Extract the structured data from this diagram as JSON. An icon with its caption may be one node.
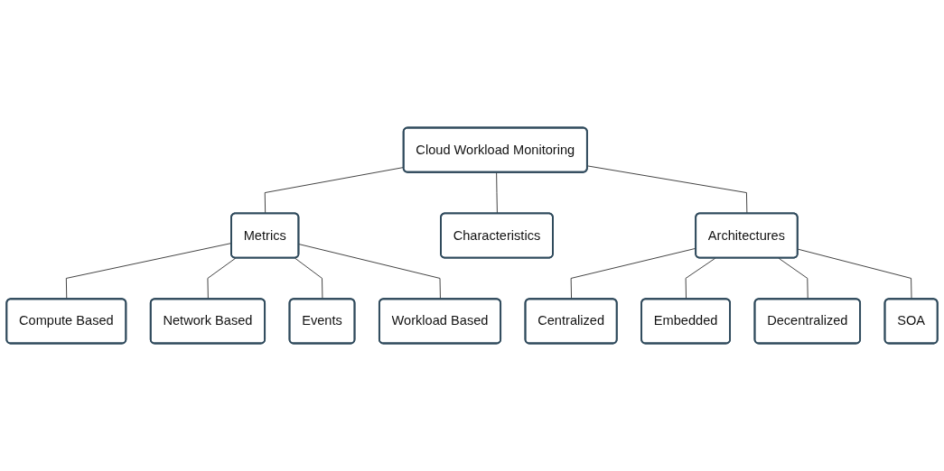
{
  "diagram": {
    "nodes": [
      {
        "text": [
          "Cloud Workload Monitoring"
        ]
      },
      {
        "text": [
          "Metrics"
        ]
      },
      {
        "text": [
          "Characteristics"
        ]
      },
      {
        "text": [
          "Architectures"
        ]
      },
      {
        "text": [
          "Compute Based"
        ]
      },
      {
        "text": [
          "Network Based"
        ]
      },
      {
        "text": [
          "Events"
        ]
      },
      {
        "text": [
          "Workload Based"
        ]
      },
      {
        "text": [
          "Centralized"
        ]
      },
      {
        "text": [
          "Embedded"
        ]
      },
      {
        "text": [
          "Decentralized"
        ]
      },
      {
        "text": [
          "SOA"
        ]
      }
    ],
    "edges": [
      {
        "from": 0,
        "to": 1,
        "arrow": "none"
      },
      {
        "from": 0,
        "to": 2,
        "arrow": "none"
      },
      {
        "from": 0,
        "to": 3,
        "arrow": "none"
      },
      {
        "from": 1,
        "to": 4,
        "arrow": "none"
      },
      {
        "from": 1,
        "to": 5,
        "arrow": "none"
      },
      {
        "from": 1,
        "to": 6,
        "arrow": "none"
      },
      {
        "from": 1,
        "to": 7,
        "arrow": "none"
      },
      {
        "from": 3,
        "to": 8,
        "arrow": "none"
      },
      {
        "from": 3,
        "to": 9,
        "arrow": "none"
      },
      {
        "from": 3,
        "to": 10,
        "arrow": "none"
      },
      {
        "from": 3,
        "to": 11,
        "arrow": "none"
      }
    ]
  }
}
